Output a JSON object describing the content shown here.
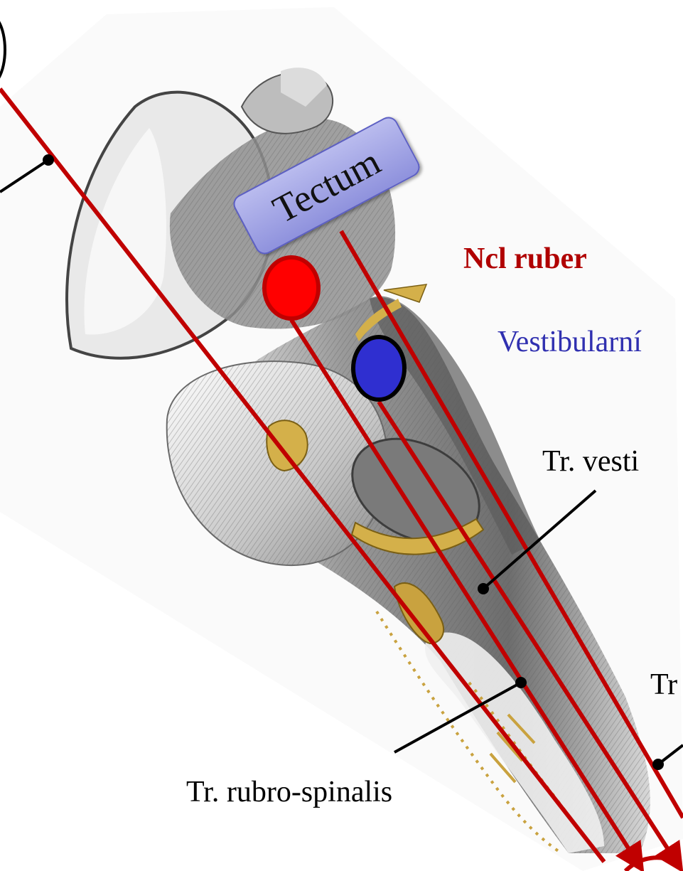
{
  "colors": {
    "tract": "#c00000",
    "ncl_ruber": "#b00000",
    "vestibular": "#3030b0",
    "tectum_fill": "#a5a8e6",
    "red_nucleus": "#ff0000",
    "blue_nucleus": "#2f2fd0",
    "leader": "#000000"
  },
  "labels": {
    "tectum": "Tectum",
    "ncl_ruber": "Ncl ruber",
    "vestibularni": "Vestibularní",
    "tr_vesti": "Tr. vesti",
    "tr": "Tr",
    "tr_rubro_spinalis": "Tr. rubro-spinalis"
  }
}
